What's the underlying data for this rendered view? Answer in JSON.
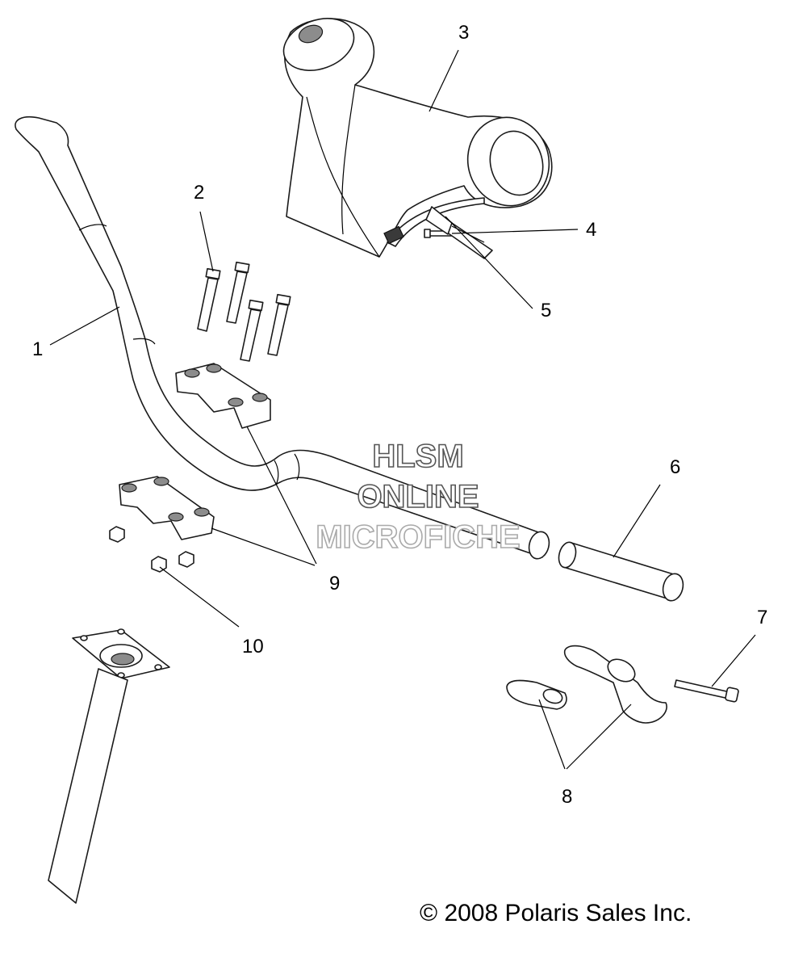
{
  "callouts": {
    "c1": "1",
    "c2": "2",
    "c3": "3",
    "c4": "4",
    "c5": "5",
    "c6": "6",
    "c7": "7",
    "c8": "8",
    "c9": "9",
    "c10": "10"
  },
  "watermark": {
    "line1": "HLSM",
    "line2": "ONLINE",
    "line3": "MICROFICHE"
  },
  "copyright": "© 2008 Polaris Sales Inc."
}
